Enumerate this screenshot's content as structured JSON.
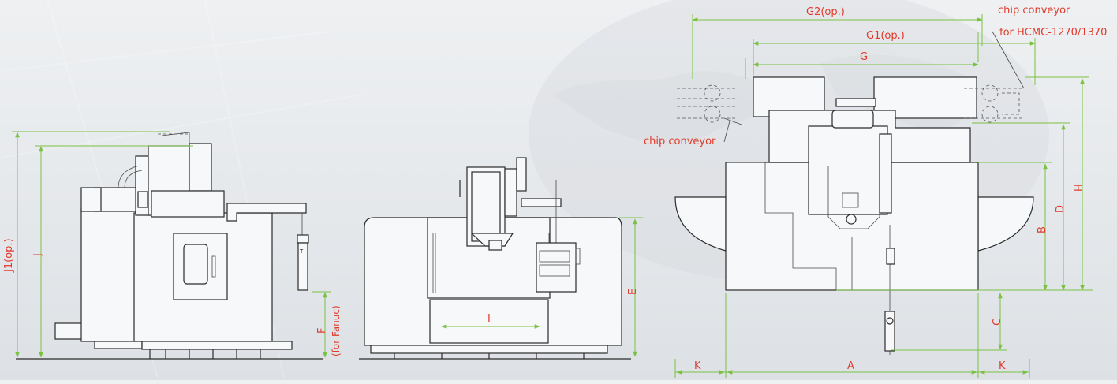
{
  "colors": {
    "dimension_line": "#7ac143",
    "dimension_label": "#e23b2c",
    "outline": "#2b2b2b",
    "background": "#e8ebee"
  },
  "side_view": {
    "labels": {
      "J1": "J1(op.)",
      "J": "J",
      "F": "F",
      "F_note": "(for Fanuc)"
    }
  },
  "front_view": {
    "labels": {
      "I": "I",
      "E": "E"
    }
  },
  "top_view": {
    "labels": {
      "G2": "G2(op.)",
      "G1": "G1(op.)",
      "G": "G",
      "H": "H",
      "D": "D",
      "B": "B",
      "C": "C",
      "A": "A",
      "K_left": "K",
      "K_right": "K"
    },
    "callouts": {
      "chip_conveyor_top": "chip conveyor",
      "chip_conveyor_model": "for HCMC-1270/1370",
      "chip_conveyor_left": "chip conveyor"
    }
  }
}
